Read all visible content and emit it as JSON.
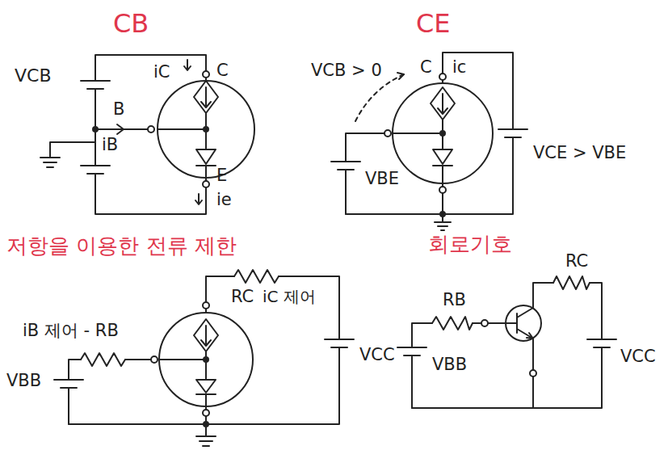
{
  "diagram": {
    "labels": [
      "CB",
      "CE",
      "저항을 이용한 전류 제한",
      "회로기호",
      "VCB",
      "iC",
      "C",
      "B",
      "iB",
      "E",
      "ie",
      "VCB > 0",
      "C",
      "ic",
      "VBE",
      "VCE > VBE",
      "iB 제어 - RB",
      "RC",
      "iC 제어",
      "VBB",
      "VCC",
      "RB",
      "RC",
      "VBB",
      "VCC"
    ]
  }
}
